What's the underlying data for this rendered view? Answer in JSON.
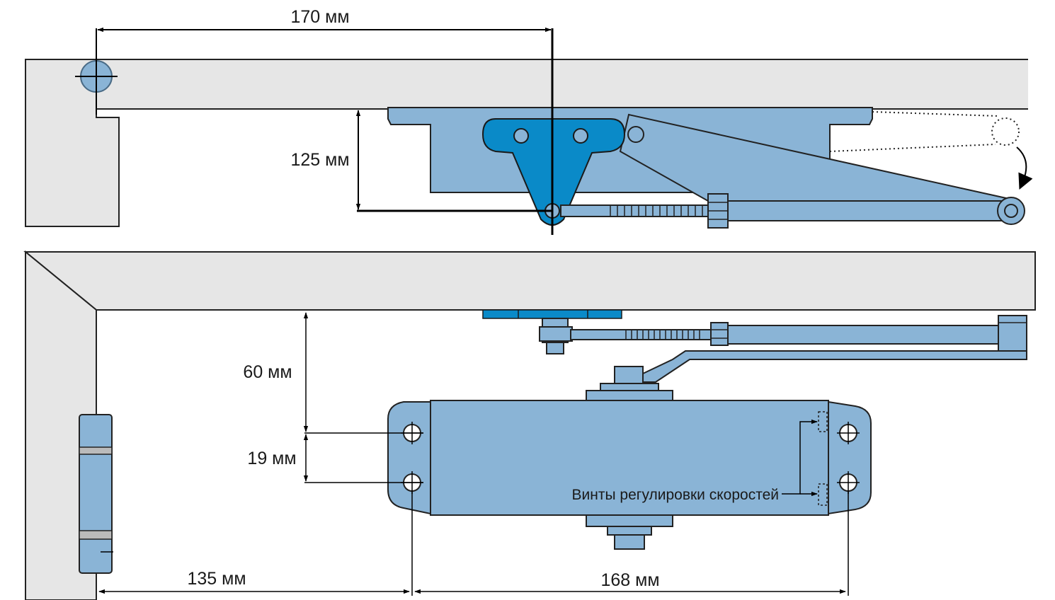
{
  "dimensions": {
    "top_width": "170 мм",
    "top_height": "125 мм",
    "plan_depth": "60 мм",
    "hole_spacing": "19 мм",
    "hinge_offset": "135 мм",
    "hole_pitch": "168 мм"
  },
  "annotations": {
    "speed_screws": "Винты регулировки скоростей"
  },
  "colors": {
    "part_fill": "#8ab4d6",
    "part_dark": "#0a8ac8",
    "frame_fill": "#e6e6e6",
    "line": "#000000"
  }
}
